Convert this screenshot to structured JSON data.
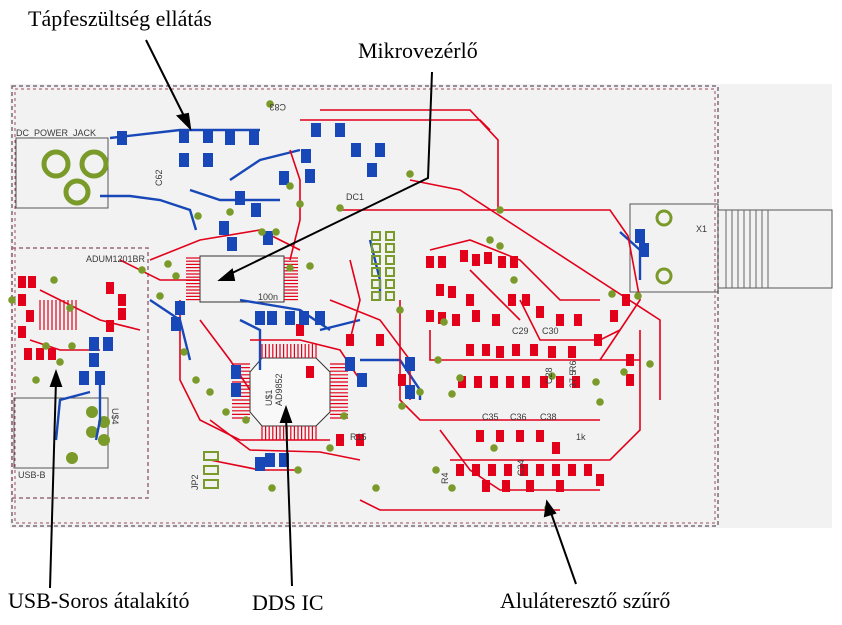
{
  "callouts": {
    "power_supply": "Tápfeszültség ellátás",
    "microcontroller": "Mikrovezérlő",
    "usb_serial": "USB-Soros átalakító",
    "dds_ic": "DDS IC",
    "lowpass_filter": "Aluláteresztő szűrő"
  },
  "silkscreen": {
    "dc_power_jack": "DC_POWER_JACK",
    "usb_b": "USB-B",
    "dc1": "DC1",
    "x1": "X1",
    "jp2": "JP2",
    "ad9852": "AD9852",
    "u1": "U$1",
    "u4": "U$4",
    "c62": "C62",
    "c83": "C83",
    "c29": "C29",
    "c30": "C30",
    "c35": "C35",
    "c36": "C36",
    "c38": "C38",
    "c28": "C28",
    "c34": "C34",
    "r4": "R4",
    "r6": "R6",
    "r15": "R15",
    "r37_5": "37,5",
    "v1k": "1k",
    "p100n": "100n",
    "admm": "ADUM1201BR"
  },
  "colors": {
    "board": "#f2f2f2",
    "outline": "#7a6a78",
    "top_copper": "#e2001a",
    "bottom_copper": "#1848b8",
    "via": "#7a9a2a",
    "silk": "#404040"
  }
}
